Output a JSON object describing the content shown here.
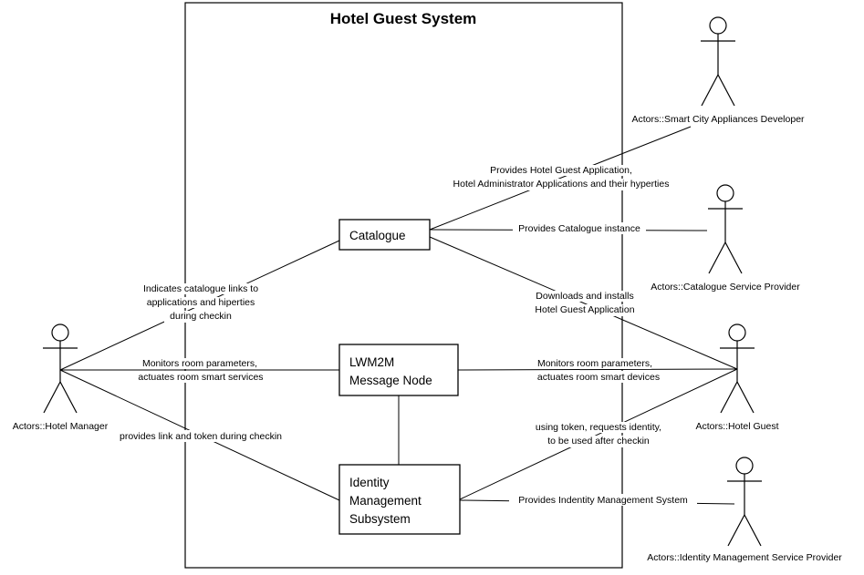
{
  "system": {
    "title": "Hotel Guest System"
  },
  "components": {
    "catalogue": {
      "lines": [
        "Catalogue"
      ]
    },
    "lwm2m": {
      "lines": [
        "LWM2M",
        "Message Node"
      ]
    },
    "idm": {
      "lines": [
        "Identity",
        "Management",
        "Subsystem"
      ]
    }
  },
  "actors": {
    "developer": {
      "name": "Actors::Smart City Appliances Developer"
    },
    "catalogue_provider": {
      "name": "Actors::Catalogue Service Provider"
    },
    "hotel_guest": {
      "name": "Actors::Hotel Guest"
    },
    "idm_provider": {
      "name": "Actors::Identity Management Service Provider"
    },
    "hotel_manager": {
      "name": "Actors::Hotel Manager"
    }
  },
  "associations": {
    "developer_catalogue": [
      "Provides Hotel Guest Application,",
      "Hotel Administrator Applications and their hyperties"
    ],
    "catprov_catalogue": [
      "Provides Catalogue instance"
    ],
    "guest_catalogue": [
      "Downloads and installs",
      "Hotel Guest Application"
    ],
    "guest_lwm2m": [
      "Monitors room parameters,",
      "actuates room smart devices"
    ],
    "guest_idm": [
      "using token, requests identity,",
      "to be used after checkin"
    ],
    "idmprov_idm": [
      "Provides Indentity Management System"
    ],
    "manager_catalogue": [
      "Indicates catalogue links to",
      "applications and hiperties",
      "during checkin"
    ],
    "manager_lwm2m": [
      "Monitors room parameters,",
      "actuates room smart services"
    ],
    "manager_idm": [
      "provides link and token during checkin"
    ]
  }
}
